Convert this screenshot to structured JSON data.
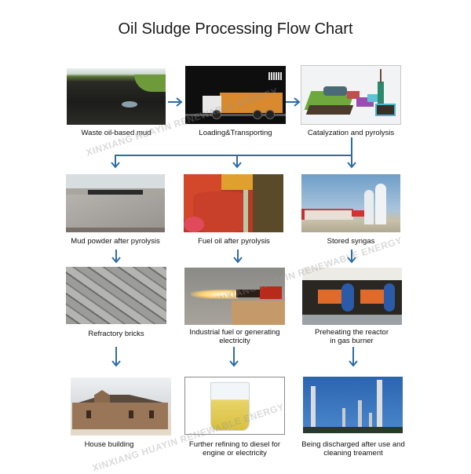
{
  "title": "Oil Sludge Processing Flow Chart",
  "watermark": "XINXIANG HUAYIN RENEWABLE ENERGY",
  "colors": {
    "arrow": "#2e6da4",
    "background": "#ffffff",
    "text": "#111111"
  },
  "rows": [
    {
      "nodes": [
        {
          "label": "Waste oil-based mud",
          "image": "black-sludge-field-photo"
        },
        {
          "label": "Loading&Transporting",
          "image": "orange-dump-truck-photo"
        },
        {
          "label": "Catalyzation and pyrolysis",
          "image": "pyrolysis-plant-3d-model"
        }
      ]
    },
    {
      "nodes": [
        {
          "label": "Mud powder after pyrolysis",
          "image": "grey-powder-bin-photo"
        },
        {
          "label": "Fuel oil after pyrolysis",
          "image": "red-oil-drums-photo"
        },
        {
          "label": "Stored syngas",
          "image": "gas-storage-tanks-photo"
        }
      ]
    },
    {
      "nodes": [
        {
          "label": "Refractory bricks",
          "image": "grey-bricks-pile-photo"
        },
        {
          "label_line1": "Industrial fuel or generating",
          "label_line2": "electricity",
          "image": "burner-flame-photo"
        },
        {
          "label_line1": "Preheating the reactor",
          "label_line2": "in gas burner",
          "image": "gas-burner-equipment-photo"
        }
      ]
    },
    {
      "nodes": [
        {
          "label": "House building",
          "image": "brick-house-photo"
        },
        {
          "label_line1": "Further refining to diesel for",
          "label_line2": "engine or electricity",
          "image": "diesel-beaker-photo"
        },
        {
          "label_line1": "Being discharged after use and",
          "label_line2": "cleaning treament",
          "image": "refinery-towers-photo"
        }
      ]
    }
  ]
}
